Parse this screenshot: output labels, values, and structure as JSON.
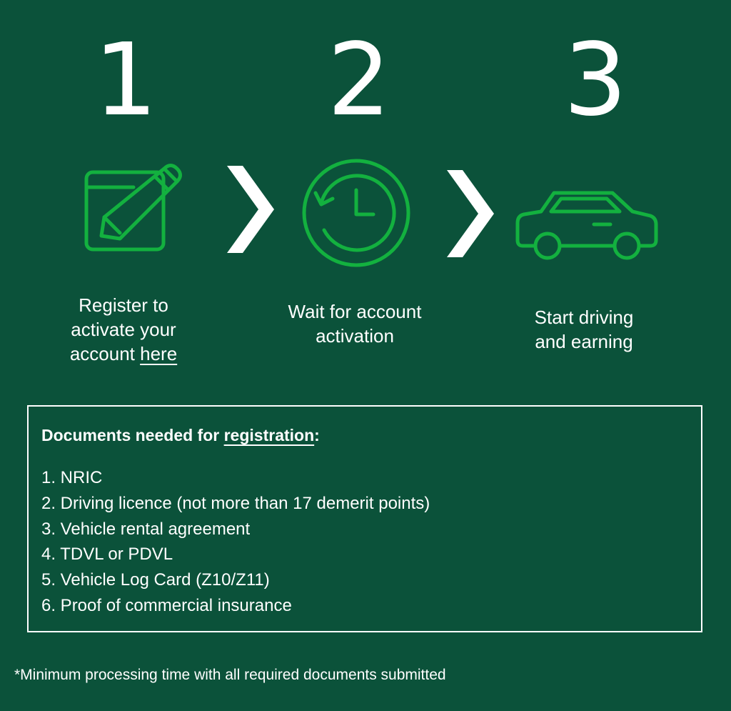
{
  "colors": {
    "background": "#0b523a",
    "icon_green": "#13b13f",
    "text": "#ffffff"
  },
  "steps": [
    {
      "number": "1",
      "icon": "pencil-form-icon",
      "lines": [
        "Register to",
        "activate your"
      ],
      "last_line_prefix": "account ",
      "link_text": "here"
    },
    {
      "number": "2",
      "icon": "clock-history-icon",
      "lines": [
        "Wait for account",
        "activation"
      ]
    },
    {
      "number": "3",
      "icon": "car-icon",
      "lines": [
        "Start driving",
        "and earning"
      ]
    }
  ],
  "documents": {
    "title_prefix": "Documents needed for ",
    "title_link": "registration",
    "title_suffix": ":",
    "items": [
      "1. NRIC",
      "2. Driving licence (not more than 17 demerit points)",
      "3. Vehicle rental agreement",
      "4. TDVL or PDVL",
      "5. Vehicle Log Card (Z10/Z11)",
      "6. Proof of commercial insurance"
    ]
  },
  "footnote": "*Minimum processing time with all required documents submitted"
}
